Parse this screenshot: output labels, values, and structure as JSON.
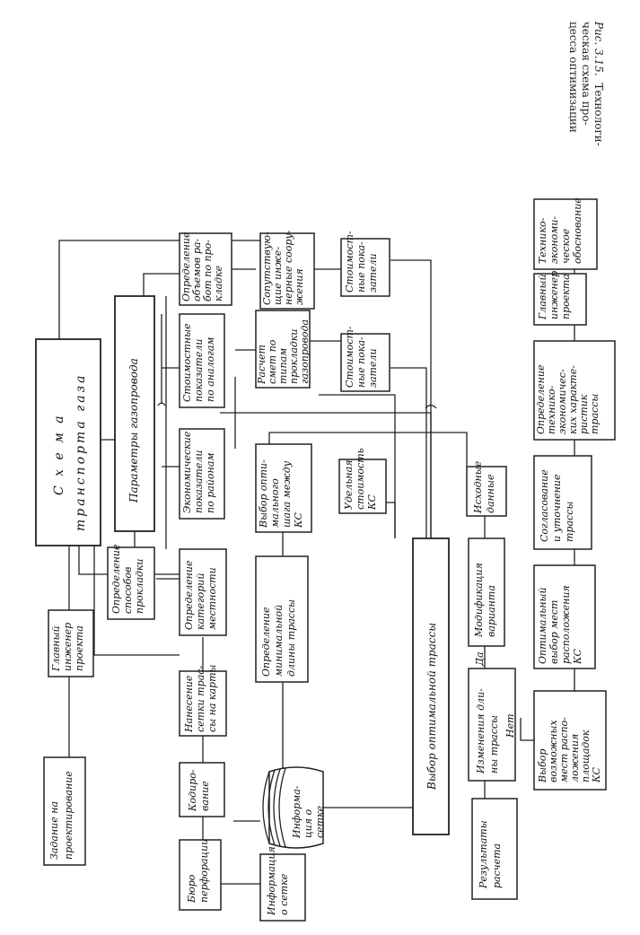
{
  "caption": {
    "figure_ref": "Рис. 3.15.",
    "lines": [
      "Технологи-",
      "ческая схема про-",
      "цесса оптимизации"
    ]
  },
  "boxes": {
    "task": [
      "Задание на",
      "проектирование"
    ],
    "chief1": [
      "Главный",
      "инженер",
      "проекта"
    ],
    "gas_scheme": [
      "С х е м а",
      "транспорта  газа"
    ],
    "pipe_params": [
      "Параметры газопровода"
    ],
    "lay_methods": [
      "Определение",
      "способов",
      "прокладки"
    ],
    "terrain_cat": [
      "Определение",
      "категорий",
      "местности"
    ],
    "grid_map": [
      "Нанесение",
      "сетки трас-",
      "сы на карты"
    ],
    "coding": [
      "Кодиро-",
      "вание"
    ],
    "perforation": [
      "Бюро",
      "перфорации"
    ],
    "grid_info_a": [
      "Информация",
      "о сетке"
    ],
    "grid_info_b": [
      "Информа-",
      "ция о",
      "сетке"
    ],
    "min_length": [
      "Определение",
      "минимальной",
      "длины трассы"
    ],
    "econ_rayon": [
      "Экономические",
      "показатели",
      "по районам"
    ],
    "cost_analog": [
      "Стоимостные",
      "показатели",
      "по аналогам"
    ],
    "work_volume": [
      "Определение",
      "объемов ра-",
      "бот по про-",
      "кладке"
    ],
    "cs_step": [
      "Выбор опти-",
      "мального",
      "шага между",
      "КС"
    ],
    "estimate": [
      "Расчет",
      "смет по",
      "типам",
      "прокладки",
      "газопровода"
    ],
    "structures": [
      "Сопутствую-",
      "щие инже-",
      "нерные соору-",
      "жения"
    ],
    "unit_cost": [
      "Удельная",
      "стоимость",
      "КС"
    ],
    "cost_ind1": [
      "Стоимост-",
      "ные пока-",
      "затели"
    ],
    "cost_ind2": [
      "Стоимост-",
      "ные пока-",
      "затели"
    ],
    "route_select": [
      "Выбор  оптимальной  трассы"
    ],
    "results": [
      "Результаты",
      "расчета"
    ],
    "length_change": [
      "Изменения дли-",
      "ны трассы"
    ],
    "modification": [
      "Модификация",
      "варианта"
    ],
    "initial_data": [
      "Исходные",
      "данные"
    ],
    "cs_sites": [
      "Выбор",
      "возможных",
      "мест распо-",
      "ложения",
      "площадок",
      "КС"
    ],
    "cs_optimal": [
      "Оптимальный",
      "выбор мест",
      "расположения",
      "КС"
    ],
    "coordination": [
      "Согласование",
      "и уточнение",
      "трассы"
    ],
    "tech_econ_char": [
      "Определение",
      "технико-",
      "экономичес-",
      "ких характе-",
      "ристик",
      "трассы"
    ],
    "chief2": [
      "Главный",
      "инженер",
      "проекта"
    ],
    "justification": [
      "Технико-",
      "экономи-",
      "ческое",
      "обоснование"
    ]
  },
  "labels": {
    "yes": "Да",
    "no": "Нет"
  }
}
